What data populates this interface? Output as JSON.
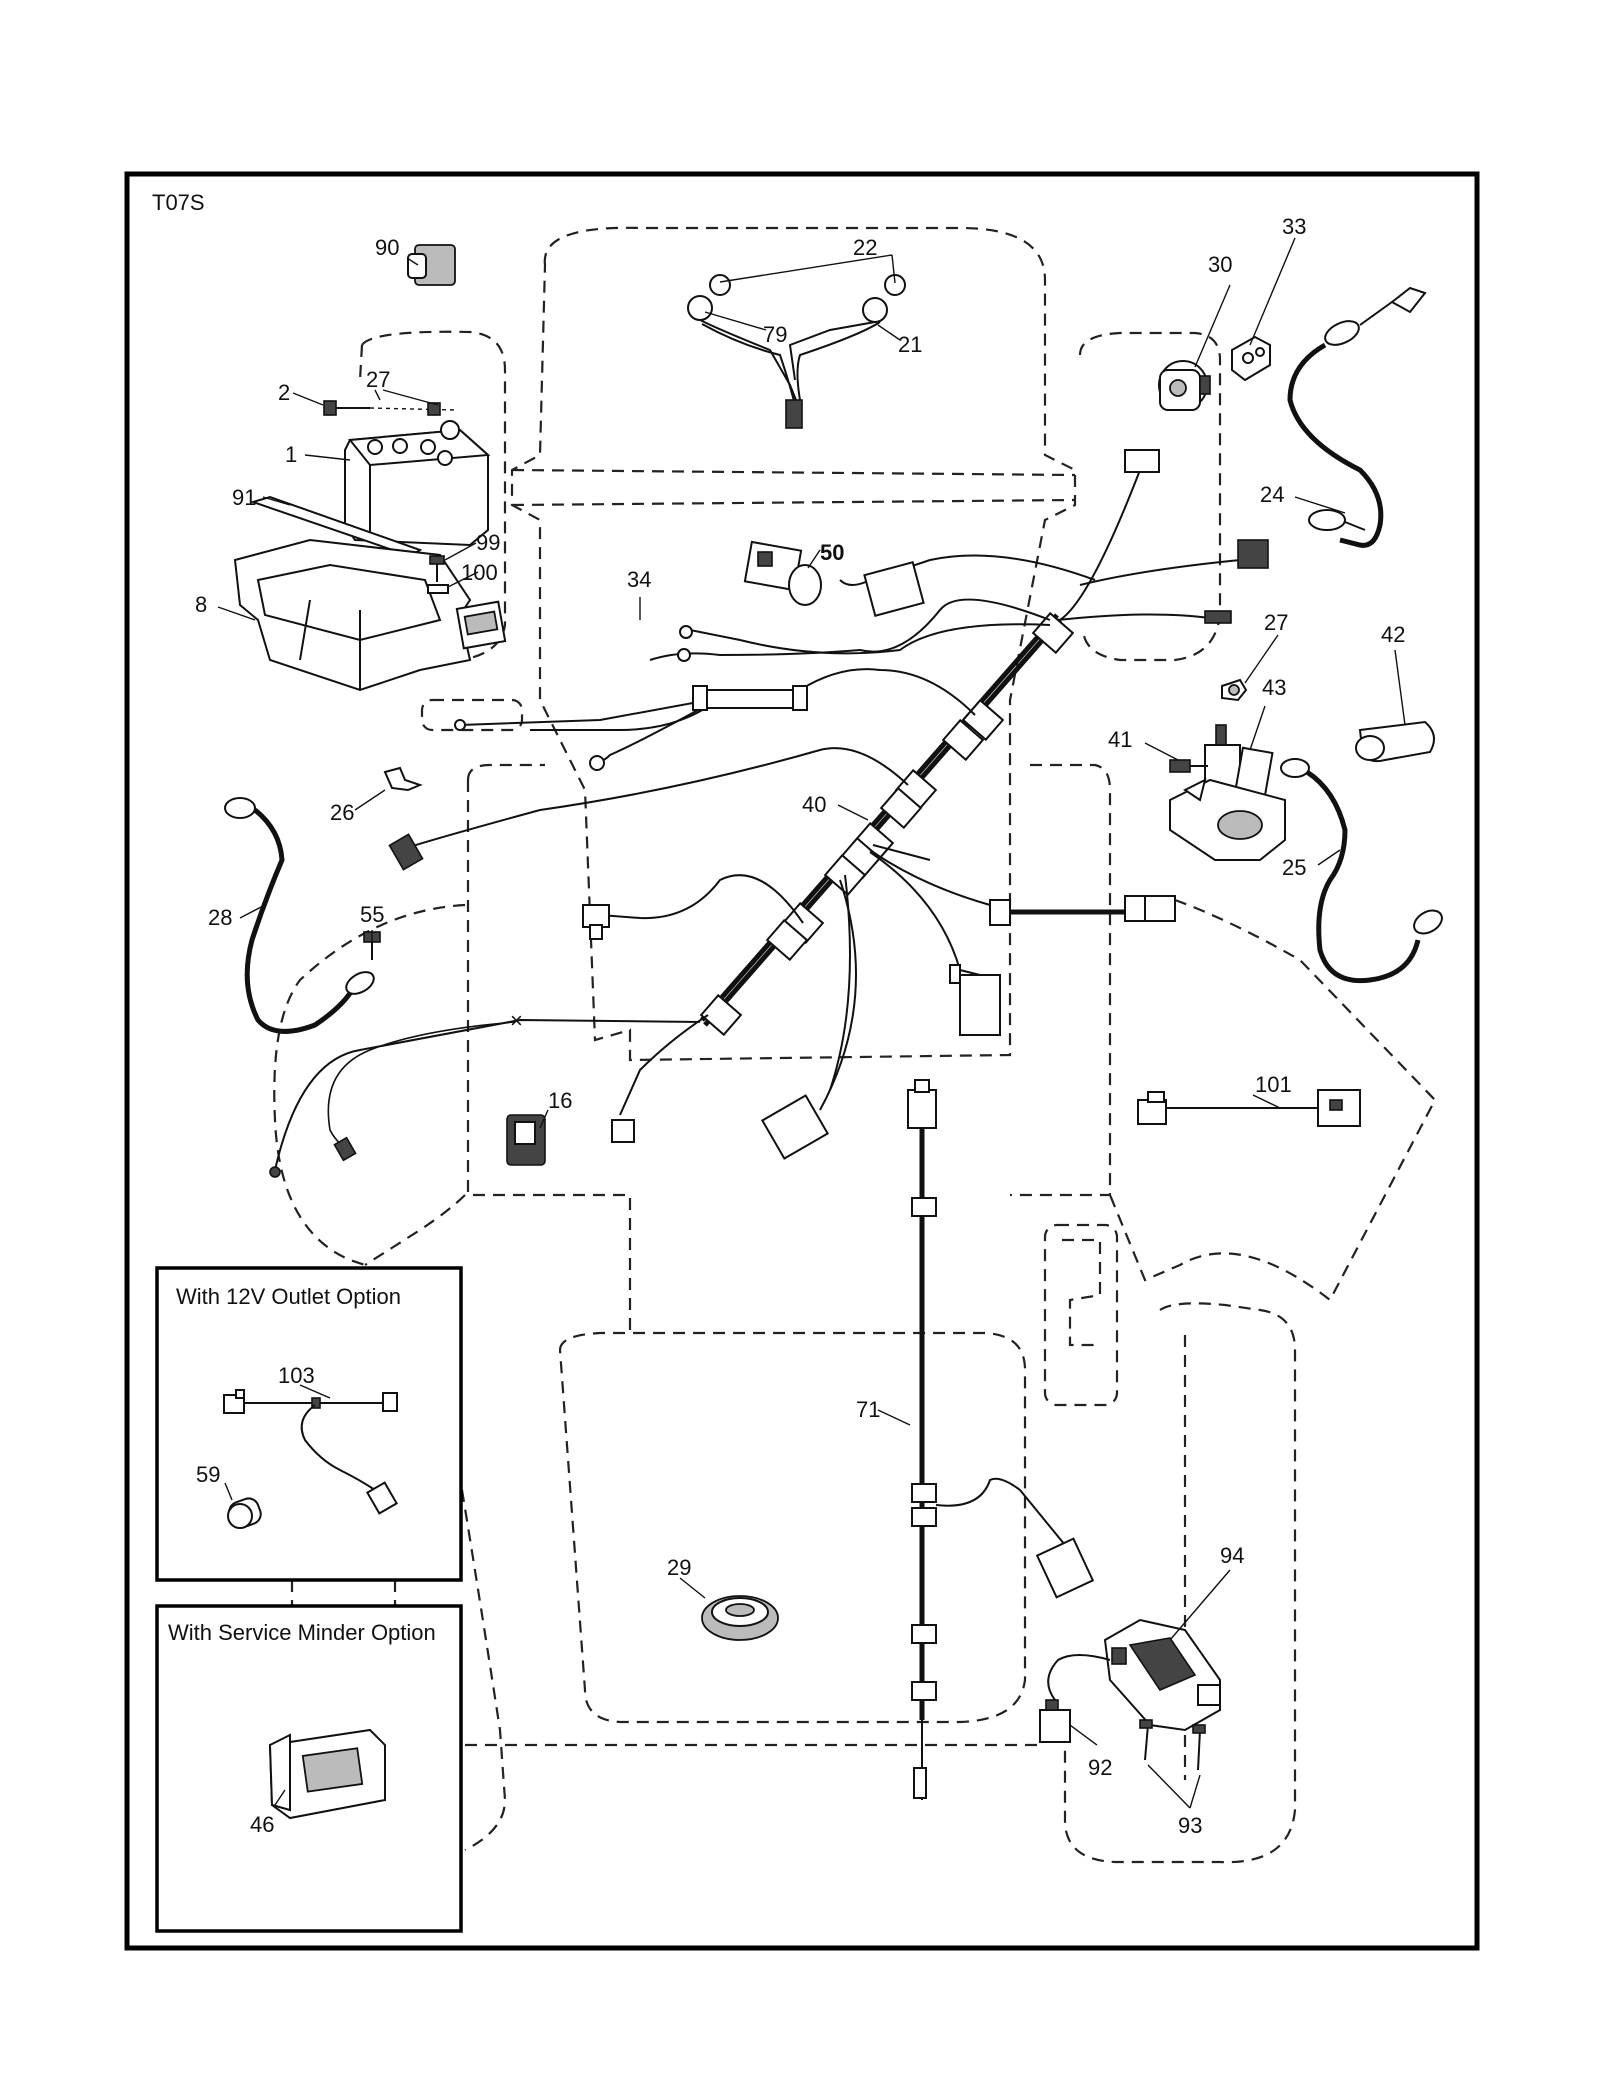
{
  "diagram": {
    "code": "T07S",
    "callouts": [
      {
        "id": "90",
        "label": "90"
      },
      {
        "id": "22",
        "label": "22"
      },
      {
        "id": "33",
        "label": "33"
      },
      {
        "id": "30",
        "label": "30"
      },
      {
        "id": "27a",
        "label": "27"
      },
      {
        "id": "2",
        "label": "2"
      },
      {
        "id": "79",
        "label": "79"
      },
      {
        "id": "21",
        "label": "21"
      },
      {
        "id": "1",
        "label": "1"
      },
      {
        "id": "91",
        "label": "91"
      },
      {
        "id": "24",
        "label": "24"
      },
      {
        "id": "99",
        "label": "99"
      },
      {
        "id": "100",
        "label": "100"
      },
      {
        "id": "50",
        "label": "50"
      },
      {
        "id": "34",
        "label": "34"
      },
      {
        "id": "8",
        "label": "8"
      },
      {
        "id": "27b",
        "label": "27"
      },
      {
        "id": "42",
        "label": "42"
      },
      {
        "id": "43",
        "label": "43"
      },
      {
        "id": "41",
        "label": "41"
      },
      {
        "id": "26",
        "label": "26"
      },
      {
        "id": "40",
        "label": "40"
      },
      {
        "id": "25",
        "label": "25"
      },
      {
        "id": "55",
        "label": "55"
      },
      {
        "id": "28",
        "label": "28"
      },
      {
        "id": "101",
        "label": "101"
      },
      {
        "id": "16",
        "label": "16"
      },
      {
        "id": "71",
        "label": "71"
      },
      {
        "id": "29",
        "label": "29"
      },
      {
        "id": "94",
        "label": "94"
      },
      {
        "id": "92",
        "label": "92"
      },
      {
        "id": "93",
        "label": "93"
      },
      {
        "id": "103",
        "label": "103"
      },
      {
        "id": "59",
        "label": "59"
      },
      {
        "id": "46",
        "label": "46"
      }
    ],
    "option_boxes": [
      {
        "id": "outlet",
        "title": "With 12V Outlet Option"
      },
      {
        "id": "minder",
        "title": "With Service Minder Option"
      }
    ]
  }
}
